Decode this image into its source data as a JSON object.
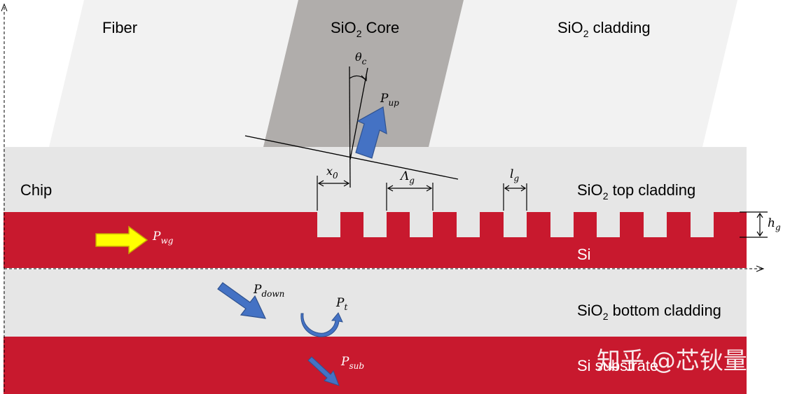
{
  "labels": {
    "fiber": "Fiber",
    "core_main": "SiO",
    "core_sub": "2",
    "core_suffix": " Core",
    "cladding_main": "SiO",
    "cladding_sub": "2",
    "cladding_suffix": " cladding",
    "chip": "Chip",
    "top_cladding_main": "SiO",
    "top_cladding_sub": "2",
    "top_cladding_suffix": " top cladding",
    "si": "Si",
    "bottom_cladding_main": "SiO",
    "bottom_cladding_sub": "2",
    "bottom_cladding_suffix": " bottom cladding",
    "substrate": "Si substrate"
  },
  "symbols": {
    "theta_main": "θ",
    "theta_sub": "c",
    "pup_main": "P",
    "pup_sub": "up",
    "x0_main": "x",
    "x0_sub": "0",
    "lambda_main": "Λ",
    "lambda_sub": "g",
    "lg_main": "l",
    "lg_sub": "g",
    "hg_main": "h",
    "hg_sub": "g",
    "pwg_main": "P",
    "pwg_sub": "wg",
    "pdown_main": "P",
    "pdown_sub": "down",
    "pt_main": "P",
    "pt_sub": "t",
    "psub_main": "P",
    "psub_sub": "sub"
  },
  "watermark": "知乎 @芯钬量子",
  "colors": {
    "silicon": "#c8192e",
    "cladding": "#e6e6e6",
    "fiber_cladding": "#f2f2f2",
    "fiber_core": "#b0adab",
    "arrow_blue": "#4472c4",
    "arrow_yellow": "#ffff00"
  }
}
